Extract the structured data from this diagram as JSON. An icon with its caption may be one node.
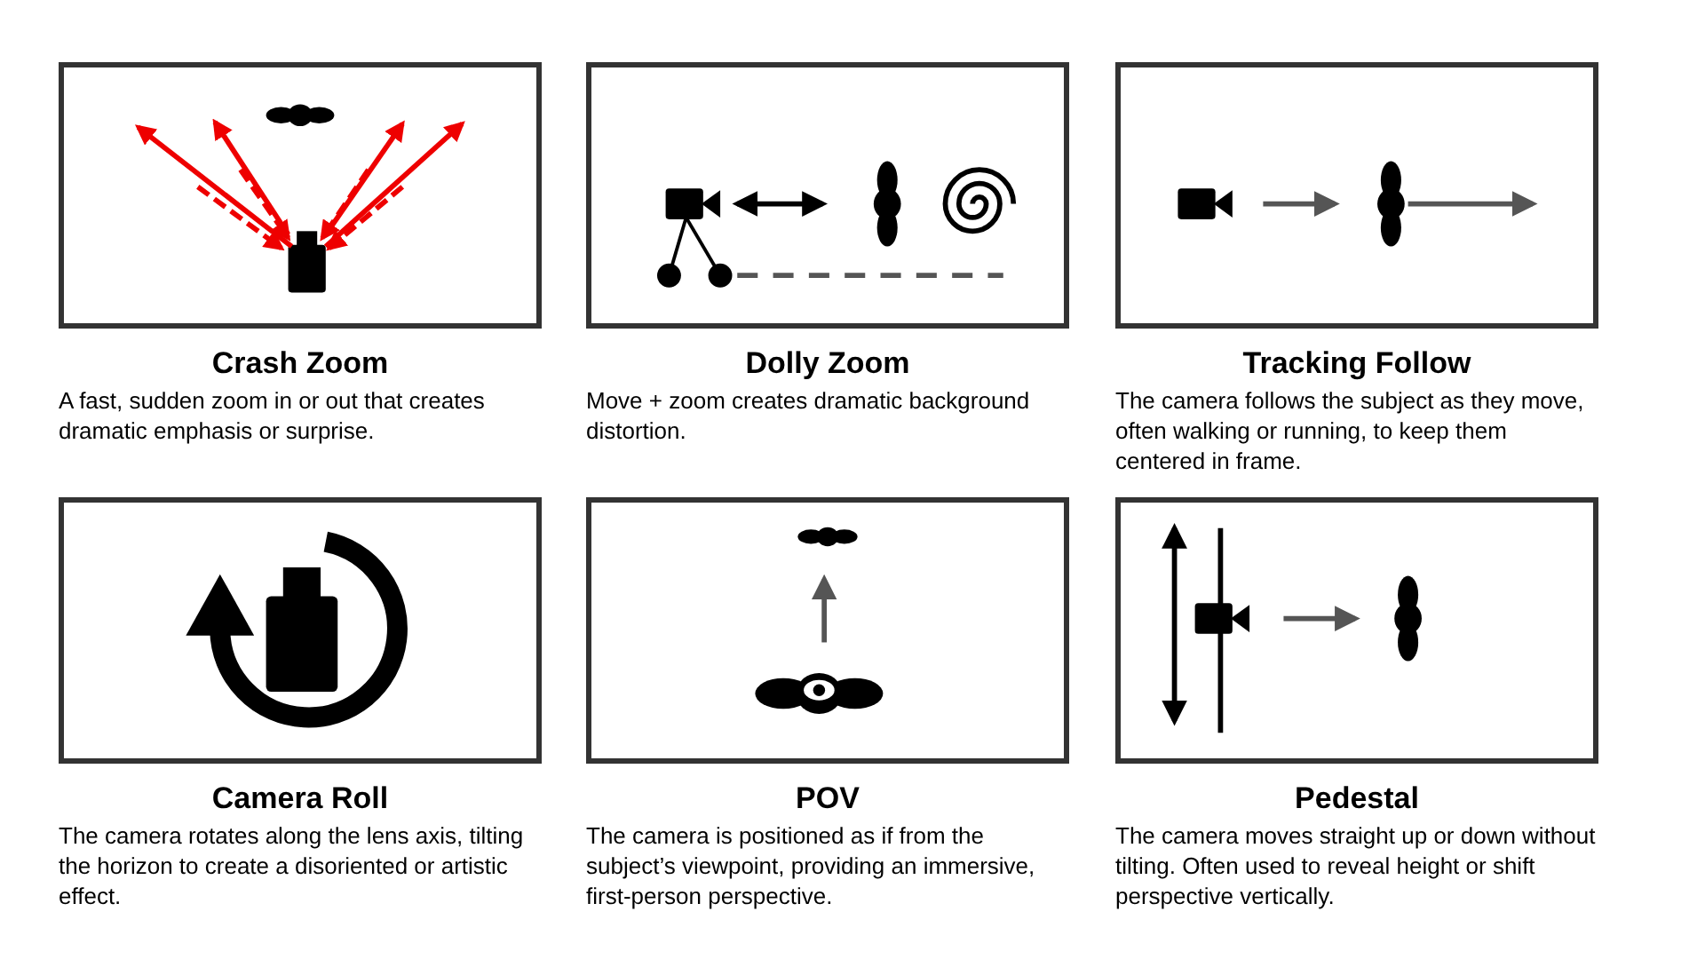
{
  "diagram": {
    "nodes": [
      {
        "text": [
          "Crash Zoom",
          "A fast, sudden zoom in or out that creates dramatic emphasis or surprise."
        ]
      },
      {
        "text": [
          "Dolly Zoom",
          "Move + zoom creates dramatic background distortion."
        ]
      },
      {
        "text": [
          "Tracking Follow",
          "The camera follows the subject as they move, often walking or running, to keep them centered in frame."
        ]
      },
      {
        "text": [
          "Camera Roll",
          "The camera rotates along the lens axis, tilting the horizon to create a disoriented or artistic effect."
        ]
      },
      {
        "text": [
          "POV",
          "The camera is positioned as if from the subject’s viewpoint, providing an immersive, first-person perspective."
        ]
      },
      {
        "text": [
          "Pedestal",
          "The camera moves straight up or down without tilting. Often used to reveal height or shift perspective vertically."
        ]
      }
    ]
  }
}
